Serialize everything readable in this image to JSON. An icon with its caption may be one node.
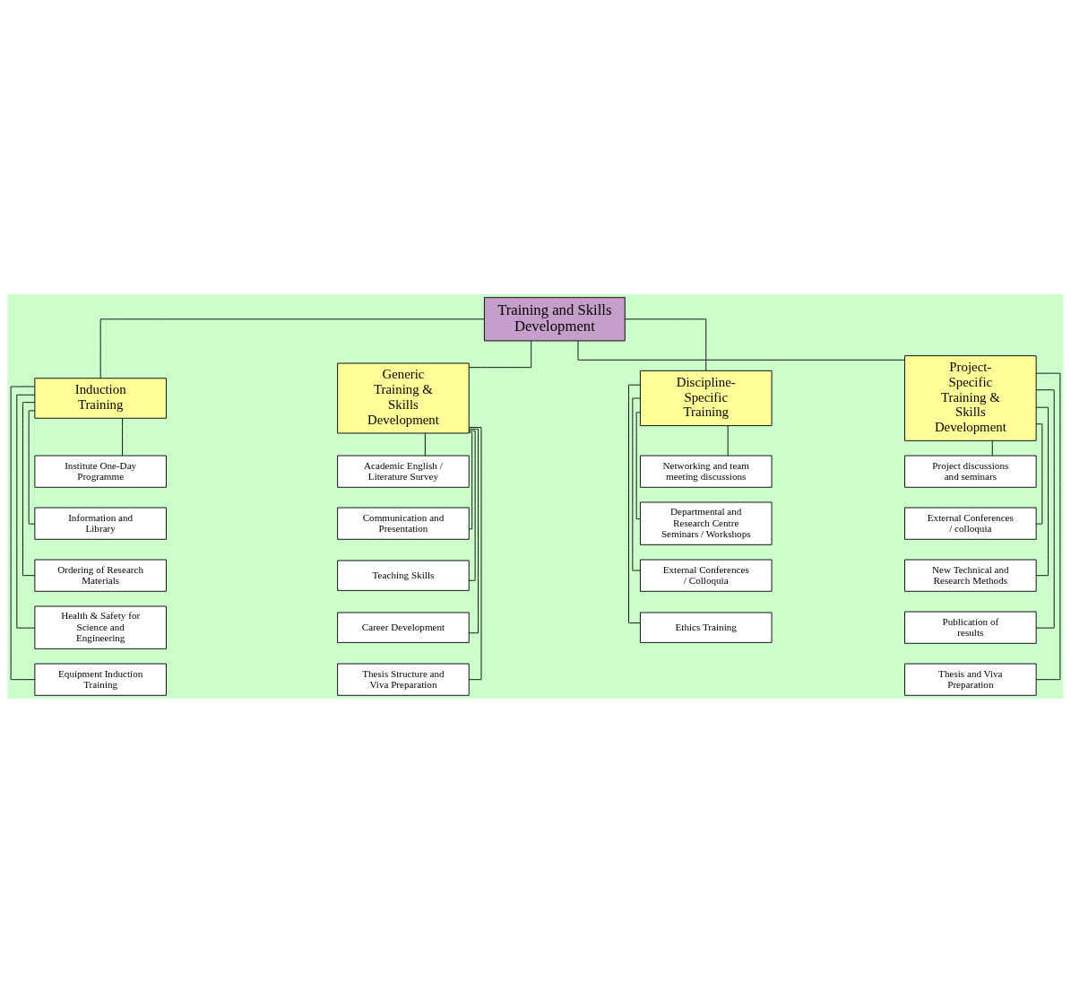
{
  "diagram": {
    "nodes": [
      {
        "text": [
          "Training and Skills Development"
        ]
      },
      {
        "text": [
          "Induction Training"
        ]
      },
      {
        "text": [
          "Generic Training & Skills Development"
        ]
      },
      {
        "text": [
          "Discipline-Specific Training"
        ]
      },
      {
        "text": [
          "Project-Specific Training & Skills Development"
        ]
      },
      {
        "text": [
          "Institute One-Day Programme"
        ]
      },
      {
        "text": [
          "Information and Library"
        ]
      },
      {
        "text": [
          "Ordering of Research Materials"
        ]
      },
      {
        "text": [
          "Health & Safety for Science and Engineering"
        ]
      },
      {
        "text": [
          "Equipment Induction Training"
        ]
      },
      {
        "text": [
          "Academic English / Literature Survey"
        ]
      },
      {
        "text": [
          "Communication and Presentation"
        ]
      },
      {
        "text": [
          "Teaching Skills"
        ]
      },
      {
        "text": [
          "Career Development"
        ]
      },
      {
        "text": [
          "Thesis Structure and Viva Preparation"
        ]
      },
      {
        "text": [
          "Networking and team meeting discussions"
        ]
      },
      {
        "text": [
          "Departmental and Research Centre Seminars / Workshops"
        ]
      },
      {
        "text": [
          "External Conferences / Colloquia"
        ]
      },
      {
        "text": [
          "Ethics Training"
        ]
      },
      {
        "text": [
          "Project discussions and seminars"
        ]
      },
      {
        "text": [
          "External Conferences / colloquia"
        ]
      },
      {
        "text": [
          "New Technical and Research Methods"
        ]
      },
      {
        "text": [
          "Publication of results"
        ]
      },
      {
        "text": [
          "Thesis and Viva Preparation"
        ]
      }
    ],
    "edges": [
      {
        "from": 0,
        "to": 1,
        "arrow": "none"
      },
      {
        "from": 0,
        "to": 2,
        "arrow": "none"
      },
      {
        "from": 0,
        "to": 3,
        "arrow": "none"
      },
      {
        "from": 0,
        "to": 4,
        "arrow": "none"
      },
      {
        "from": 1,
        "to": 5,
        "arrow": "none"
      },
      {
        "from": 1,
        "to": 6,
        "arrow": "none"
      },
      {
        "from": 1,
        "to": 7,
        "arrow": "none"
      },
      {
        "from": 1,
        "to": 8,
        "arrow": "none"
      },
      {
        "from": 1,
        "to": 9,
        "arrow": "none"
      },
      {
        "from": 2,
        "to": 10,
        "arrow": "none"
      },
      {
        "from": 2,
        "to": 11,
        "arrow": "none"
      },
      {
        "from": 2,
        "to": 12,
        "arrow": "none"
      },
      {
        "from": 2,
        "to": 13,
        "arrow": "none"
      },
      {
        "from": 2,
        "to": 14,
        "arrow": "none"
      },
      {
        "from": 3,
        "to": 15,
        "arrow": "none"
      },
      {
        "from": 3,
        "to": 16,
        "arrow": "none"
      },
      {
        "from": 3,
        "to": 17,
        "arrow": "none"
      },
      {
        "from": 3,
        "to": 18,
        "arrow": "none"
      },
      {
        "from": 4,
        "to": 19,
        "arrow": "none"
      },
      {
        "from": 4,
        "to": 20,
        "arrow": "none"
      },
      {
        "from": 4,
        "to": 21,
        "arrow": "none"
      },
      {
        "from": 4,
        "to": 22,
        "arrow": "none"
      },
      {
        "from": 4,
        "to": 23,
        "arrow": "none"
      }
    ]
  }
}
